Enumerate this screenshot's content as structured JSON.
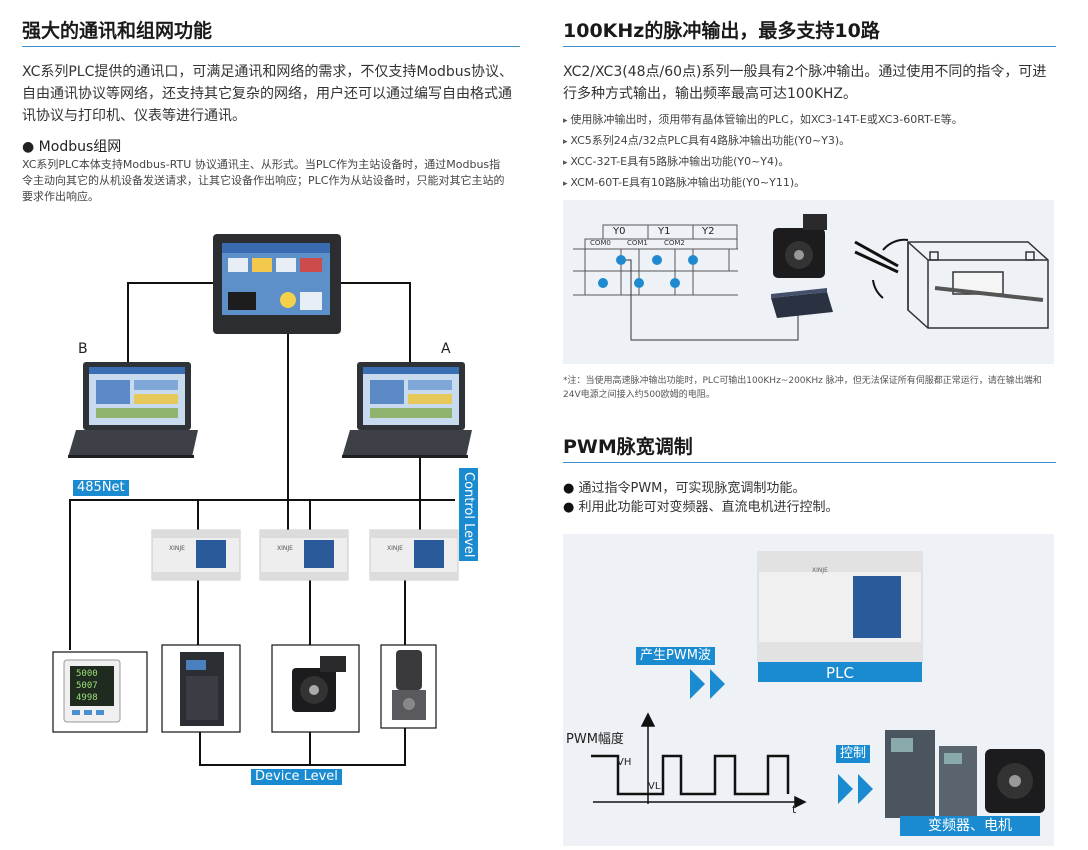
{
  "left": {
    "title": "强大的通讯和组网功能",
    "intro": "XC系列PLC提供的通讯口，可满足通讯和网络的需求，不仅支持Modbus协议、自由通讯协议等网络，还支持其它复杂的网络，用户还可以通过编写自由格式通讯协议与打印机、仪表等进行通讯。",
    "modbus": {
      "heading": "Modbus组网",
      "text": "XC系列PLC本体支持Modbus-RTU 协议通讯主、从形式。当PLC作为主站设备时，通过Modbus指令主动向其它的从机设备发送请求，让其它设备作出响应；PLC作为从站设备时，只能对其它主站的要求作出响应。"
    },
    "diagram": {
      "label_b": "B",
      "label_a": "A",
      "net_tag": "485Net",
      "control_tag": "Control Level",
      "device_tag": "Device Level",
      "plc_brand": "XINJE",
      "meter_values": [
        "5000",
        "5007",
        "4998"
      ]
    }
  },
  "right": {
    "pulse": {
      "title": "100KHz的脉冲输出，最多支持10路",
      "intro": "XC2/XC3(48点/60点)系列一般具有2个脉冲输出。通过使用不同的指令，可进行多种方式输出，输出频率最高可达100KHZ。",
      "items": [
        "使用脉冲输出时，须用带有晶体管输出的PLC，如XC3-14T-E或XC3-60RT-E等。",
        "XC5系列24点/32点PLC具有4路脉冲输出功能(Y0~Y3)。",
        "XCC-32T-E具有5路脉冲输出功能(Y0~Y4)。",
        "XCM-60T-E具有10路脉冲输出功能(Y0~Y11)。"
      ],
      "terminals": [
        "Y0",
        "Y1",
        "Y2"
      ],
      "coms": [
        "COM0",
        "COM1",
        "COM2"
      ],
      "note": "*注：当使用高速脉冲输出功能时，PLC可输出100KHz~200KHz 脉冲，但无法保证所有伺服都正常运行，请在输出端和24V电源之间接入约500欧姆的电阻。"
    },
    "pwm": {
      "title": "PWM脉宽调制",
      "items": [
        "通过指令PWM，可实现脉宽调制功能。",
        "利用此功能可对变频器、直流电机进行控制。"
      ],
      "tag_generate": "产生PWM波",
      "plc_label": "PLC",
      "plc_brand": "XINJE",
      "amplitude_label": "PWM幅度",
      "vh": "VH",
      "vl": "VL",
      "t": "t",
      "control_tag": "控制",
      "device_tag": "变频器、电机"
    }
  }
}
